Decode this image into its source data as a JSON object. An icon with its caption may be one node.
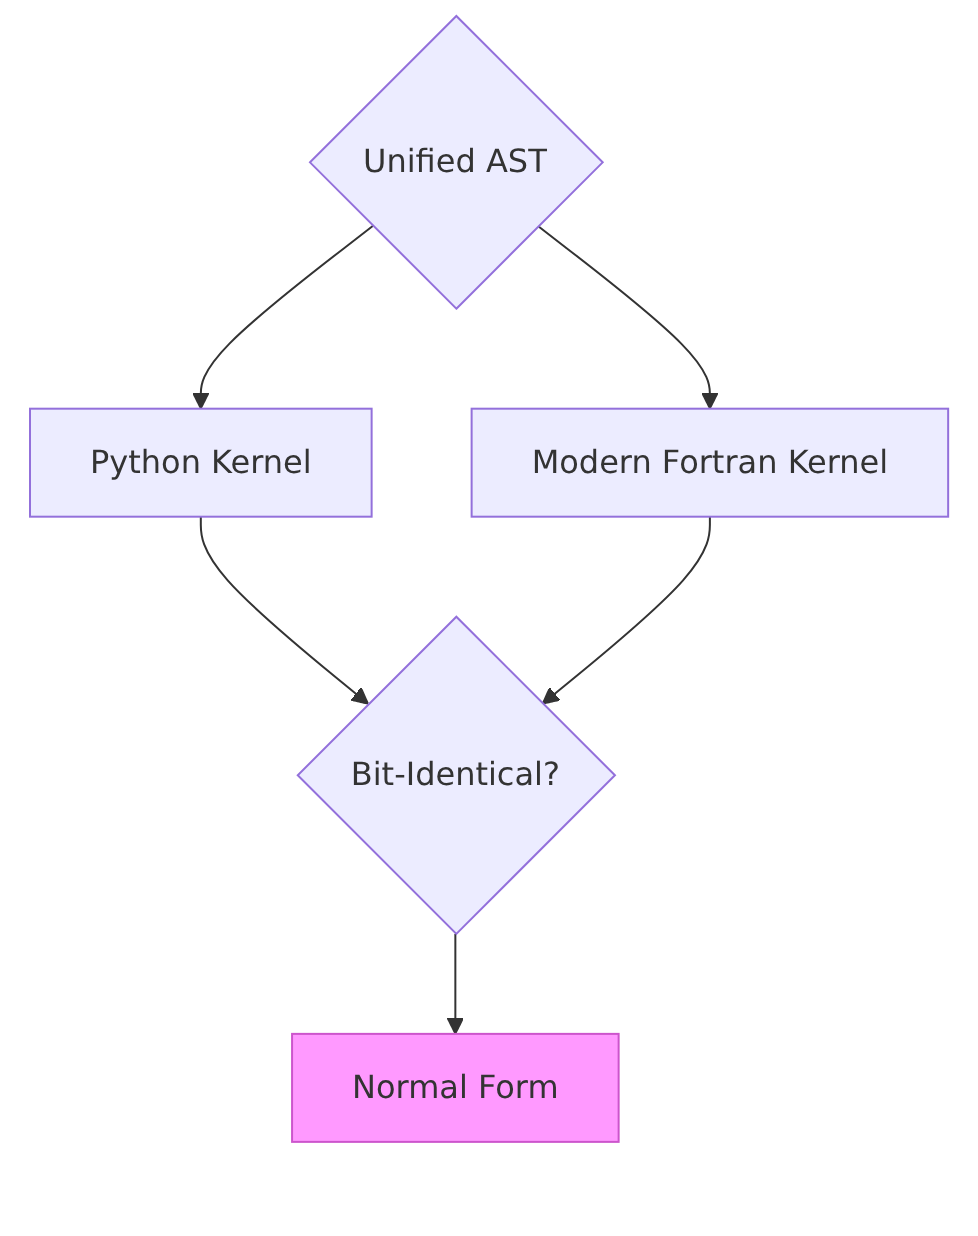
{
  "diagram": {
    "nodes": [
      {
        "text": [
          "Unified AST"
        ]
      },
      {
        "text": [
          "Python Kernel"
        ]
      },
      {
        "text": [
          "Modern Fortran Kernel"
        ]
      },
      {
        "text": [
          "Bit-Identical?"
        ]
      },
      {
        "text": [
          "Normal Form"
        ]
      }
    ],
    "edges": [
      {
        "from": 0,
        "to": 1,
        "arrow": "to"
      },
      {
        "from": 0,
        "to": 2,
        "arrow": "to"
      },
      {
        "from": 1,
        "to": 3,
        "arrow": "to"
      },
      {
        "from": 2,
        "to": 3,
        "arrow": "to"
      },
      {
        "from": 3,
        "to": 4,
        "arrow": "to"
      }
    ]
  }
}
